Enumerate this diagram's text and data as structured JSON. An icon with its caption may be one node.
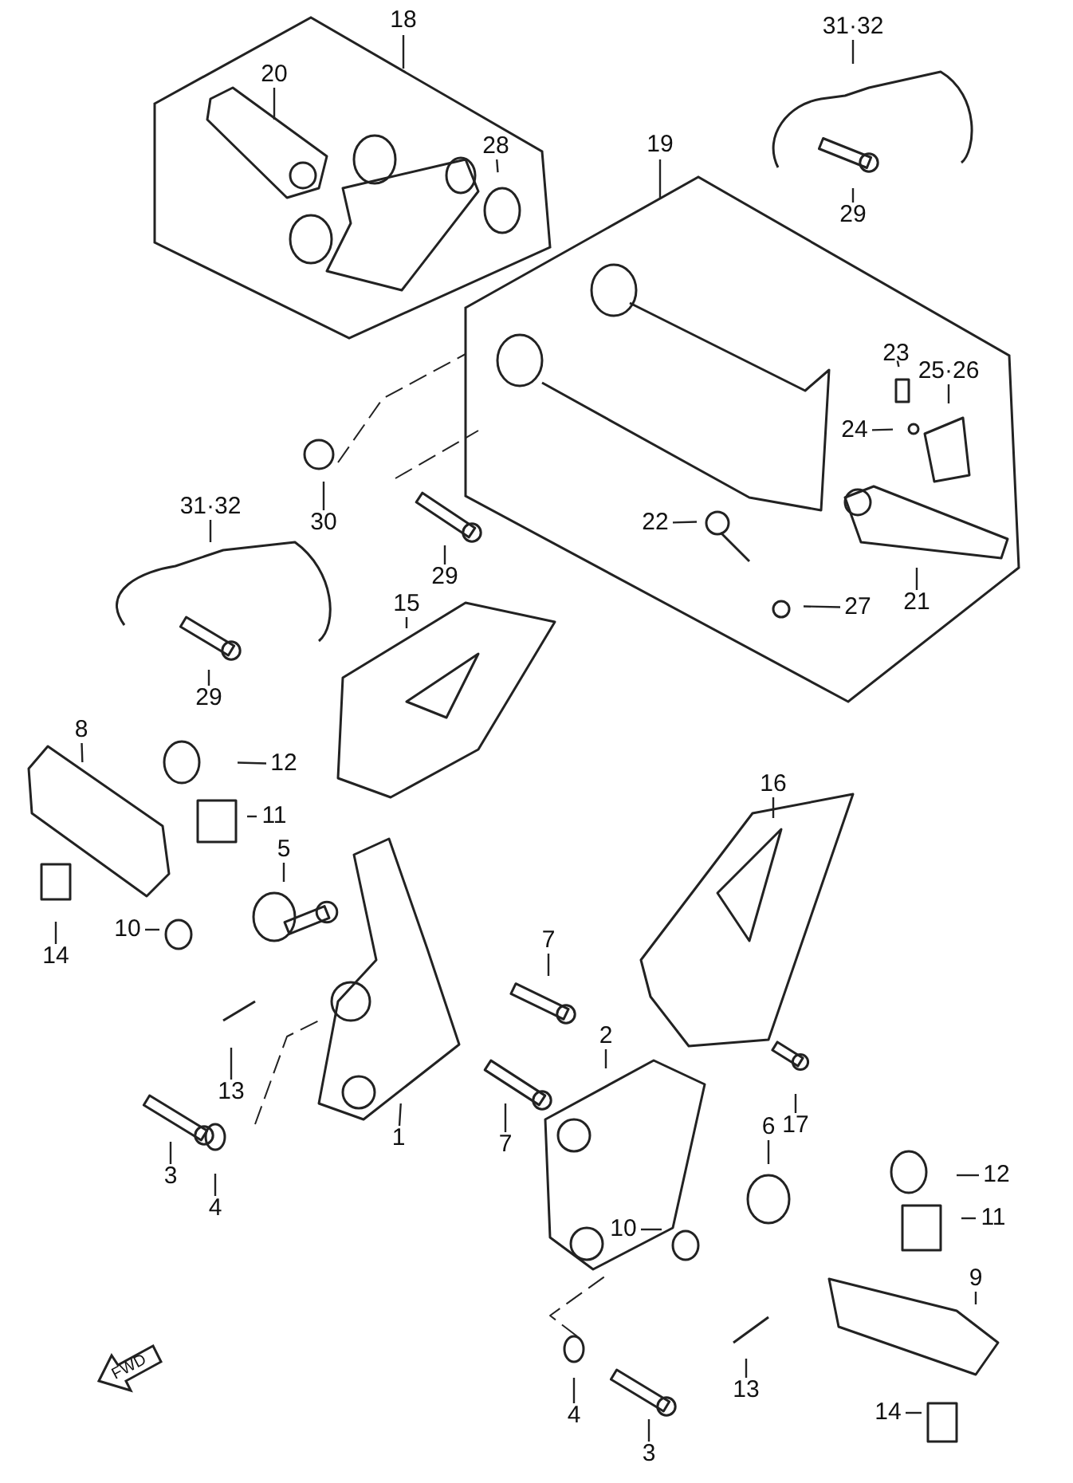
{
  "diagram": {
    "nodes": [
      {
        "text": [
          "18"
        ]
      },
      {
        "text": [
          "20"
        ],
        "in": 0
      },
      {
        "text": [
          "28"
        ],
        "in": 0
      },
      {
        "text": [
          "31·32"
        ]
      },
      {
        "text": [
          "29"
        ]
      },
      {
        "text": [
          "19"
        ]
      },
      {
        "text": [
          "23"
        ],
        "in": 5
      },
      {
        "text": [
          "25·26"
        ],
        "in": 5
      },
      {
        "text": [
          "24"
        ],
        "in": 5
      },
      {
        "text": [
          "22"
        ],
        "in": 5
      },
      {
        "text": [
          "21"
        ],
        "in": 5
      },
      {
        "text": [
          "27"
        ],
        "in": 5
      },
      {
        "text": [
          "30"
        ]
      },
      {
        "text": [
          "29"
        ]
      },
      {
        "text": [
          "31·32"
        ]
      },
      {
        "text": [
          "29"
        ]
      },
      {
        "text": [
          "15"
        ]
      },
      {
        "text": [
          "8"
        ]
      },
      {
        "text": [
          "12"
        ]
      },
      {
        "text": [
          "11"
        ]
      },
      {
        "text": [
          "5"
        ]
      },
      {
        "text": [
          "16"
        ]
      },
      {
        "text": [
          "10"
        ]
      },
      {
        "text": [
          "14"
        ]
      },
      {
        "text": [
          "7"
        ]
      },
      {
        "text": [
          "13"
        ]
      },
      {
        "text": [
          "2"
        ]
      },
      {
        "text": [
          "1"
        ]
      },
      {
        "text": [
          "17"
        ]
      },
      {
        "text": [
          "3"
        ]
      },
      {
        "text": [
          "4"
        ]
      },
      {
        "text": [
          "7"
        ]
      },
      {
        "text": [
          "6"
        ]
      },
      {
        "text": [
          "12"
        ]
      },
      {
        "text": [
          "11"
        ]
      },
      {
        "text": [
          "10"
        ]
      },
      {
        "text": [
          "9"
        ]
      },
      {
        "text": [
          "13"
        ]
      },
      {
        "text": [
          "4"
        ]
      },
      {
        "text": [
          "3"
        ]
      },
      {
        "text": [
          "14"
        ]
      }
    ],
    "edges": [
      {
        "from": 1,
        "to": null,
        "arrow": "none"
      },
      {
        "from": 2,
        "to": null,
        "arrow": "none"
      },
      {
        "from": 3,
        "to": null,
        "arrow": "none"
      },
      {
        "from": 4,
        "to": null,
        "arrow": "none"
      },
      {
        "from": 6,
        "to": null,
        "arrow": "none"
      },
      {
        "from": 7,
        "to": null,
        "arrow": "none"
      },
      {
        "from": 8,
        "to": null,
        "arrow": "none"
      },
      {
        "from": 9,
        "to": null,
        "arrow": "none"
      },
      {
        "from": 10,
        "to": null,
        "arrow": "none"
      },
      {
        "from": 11,
        "to": null,
        "arrow": "none"
      },
      {
        "from": 12,
        "to": null,
        "arrow": "none"
      },
      {
        "from": 13,
        "to": null,
        "arrow": "none"
      },
      {
        "from": 14,
        "to": null,
        "arrow": "none"
      },
      {
        "from": 15,
        "to": null,
        "arrow": "none"
      },
      {
        "from": 16,
        "to": null,
        "arrow": "none"
      },
      {
        "from": 17,
        "to": null,
        "arrow": "none"
      },
      {
        "from": 18,
        "to": null,
        "arrow": "none"
      },
      {
        "from": 19,
        "to": null,
        "arrow": "none"
      },
      {
        "from": 20,
        "to": null,
        "arrow": "none"
      },
      {
        "from": 21,
        "to": null,
        "arrow": "none"
      },
      {
        "from": 22,
        "to": null,
        "arrow": "none"
      },
      {
        "from": 23,
        "to": null,
        "arrow": "none"
      },
      {
        "from": 24,
        "to": null,
        "arrow": "none"
      },
      {
        "from": 25,
        "to": null,
        "arrow": "none"
      },
      {
        "from": 26,
        "to": null,
        "arrow": "none"
      },
      {
        "from": 27,
        "to": null,
        "arrow": "none"
      },
      {
        "from": 28,
        "to": null,
        "arrow": "none"
      },
      {
        "from": 29,
        "to": null,
        "arrow": "none"
      },
      {
        "from": 30,
        "to": null,
        "arrow": "none"
      },
      {
        "from": 31,
        "to": null,
        "arrow": "none"
      },
      {
        "from": 32,
        "to": null,
        "arrow": "none"
      },
      {
        "from": 33,
        "to": null,
        "arrow": "none"
      },
      {
        "from": 34,
        "to": null,
        "arrow": "none"
      },
      {
        "from": 35,
        "to": null,
        "arrow": "none"
      },
      {
        "from": 36,
        "to": null,
        "arrow": "none"
      },
      {
        "from": 37,
        "to": null,
        "arrow": "none"
      },
      {
        "from": 38,
        "to": null,
        "arrow": "none"
      },
      {
        "from": 39,
        "to": null,
        "arrow": "none"
      },
      {
        "from": 40,
        "to": null,
        "arrow": "none"
      }
    ],
    "labels": [
      "FWD"
    ]
  }
}
